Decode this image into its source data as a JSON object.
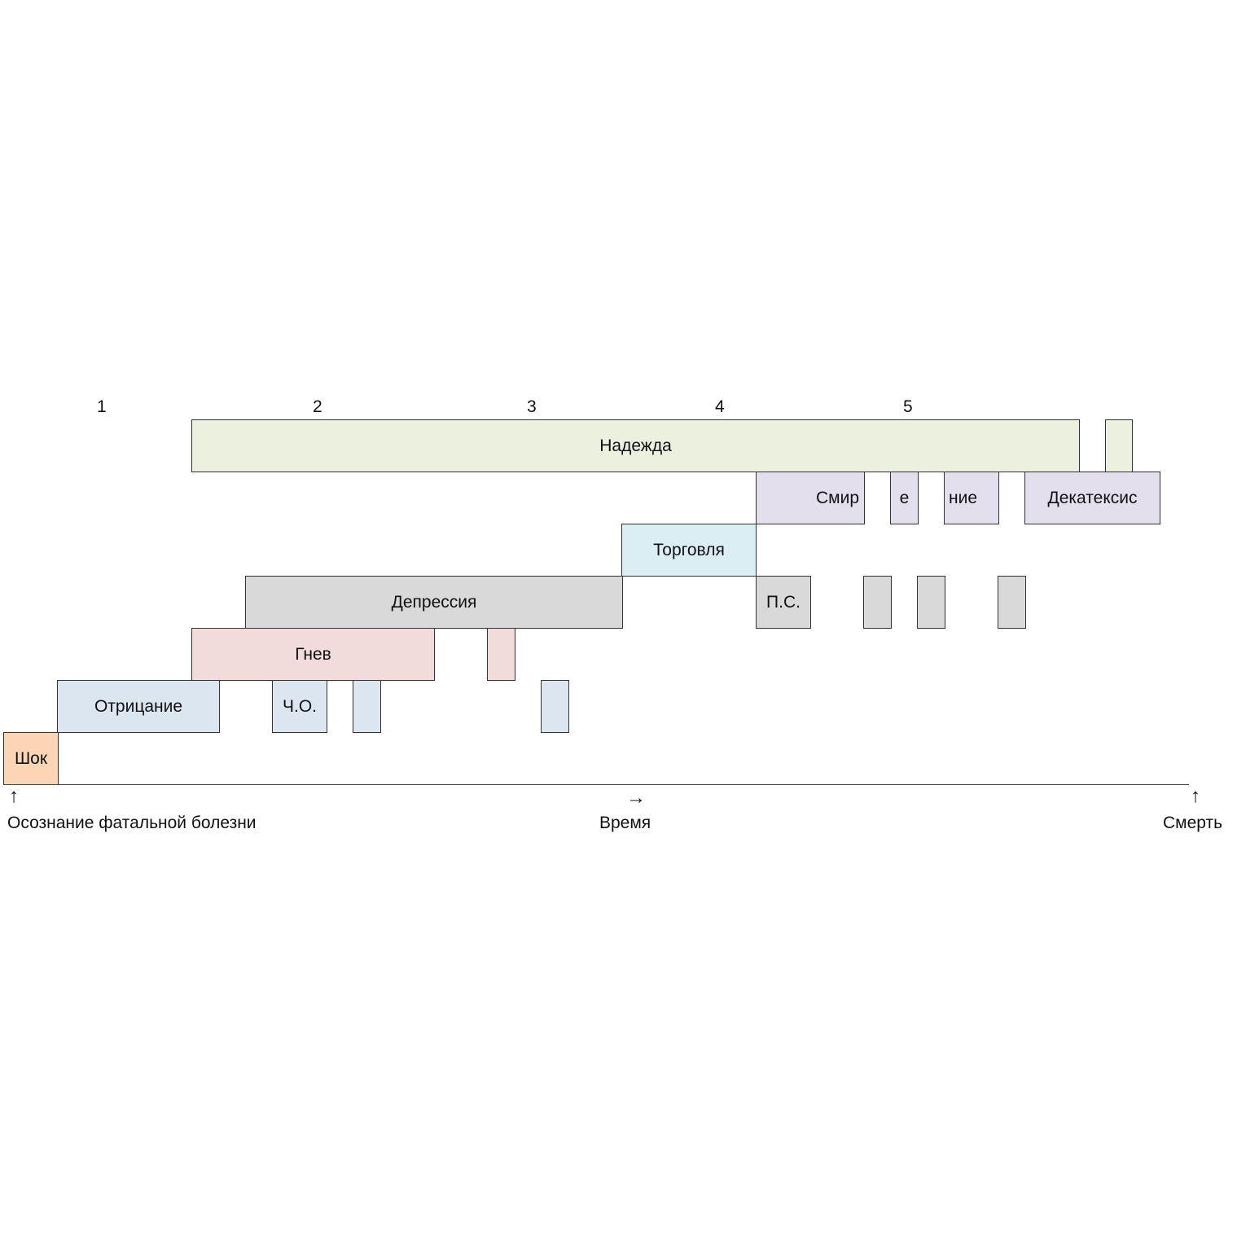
{
  "stage_numbers": [
    "1",
    "2",
    "3",
    "4",
    "5"
  ],
  "blocks": {
    "hope": "Надежда",
    "acceptance_1": "Смир",
    "acceptance_2": "е",
    "acceptance_3": "ние",
    "decathexis": "Декатексис",
    "bargaining": "Торговля",
    "depression": "Депрессия",
    "preparatory_sorrow": "П.С.",
    "anger": "Гнев",
    "denial": "Отрицание",
    "partial_denial": "Ч.О.",
    "shock": "Шок"
  },
  "axis": {
    "start_label": "Осознание фатальной болезни",
    "middle_label": "Время",
    "end_label": "Смерть",
    "up_arrow": "↑",
    "right_arrow": "→"
  },
  "colors": {
    "hope": "#ebf1de",
    "acceptance": "#e4dfec",
    "bargaining": "#dbeef4",
    "depression": "#d9d9d9",
    "anger": "#f2dcdb",
    "denial": "#dce6f1",
    "shock": "#fcd5b4"
  }
}
